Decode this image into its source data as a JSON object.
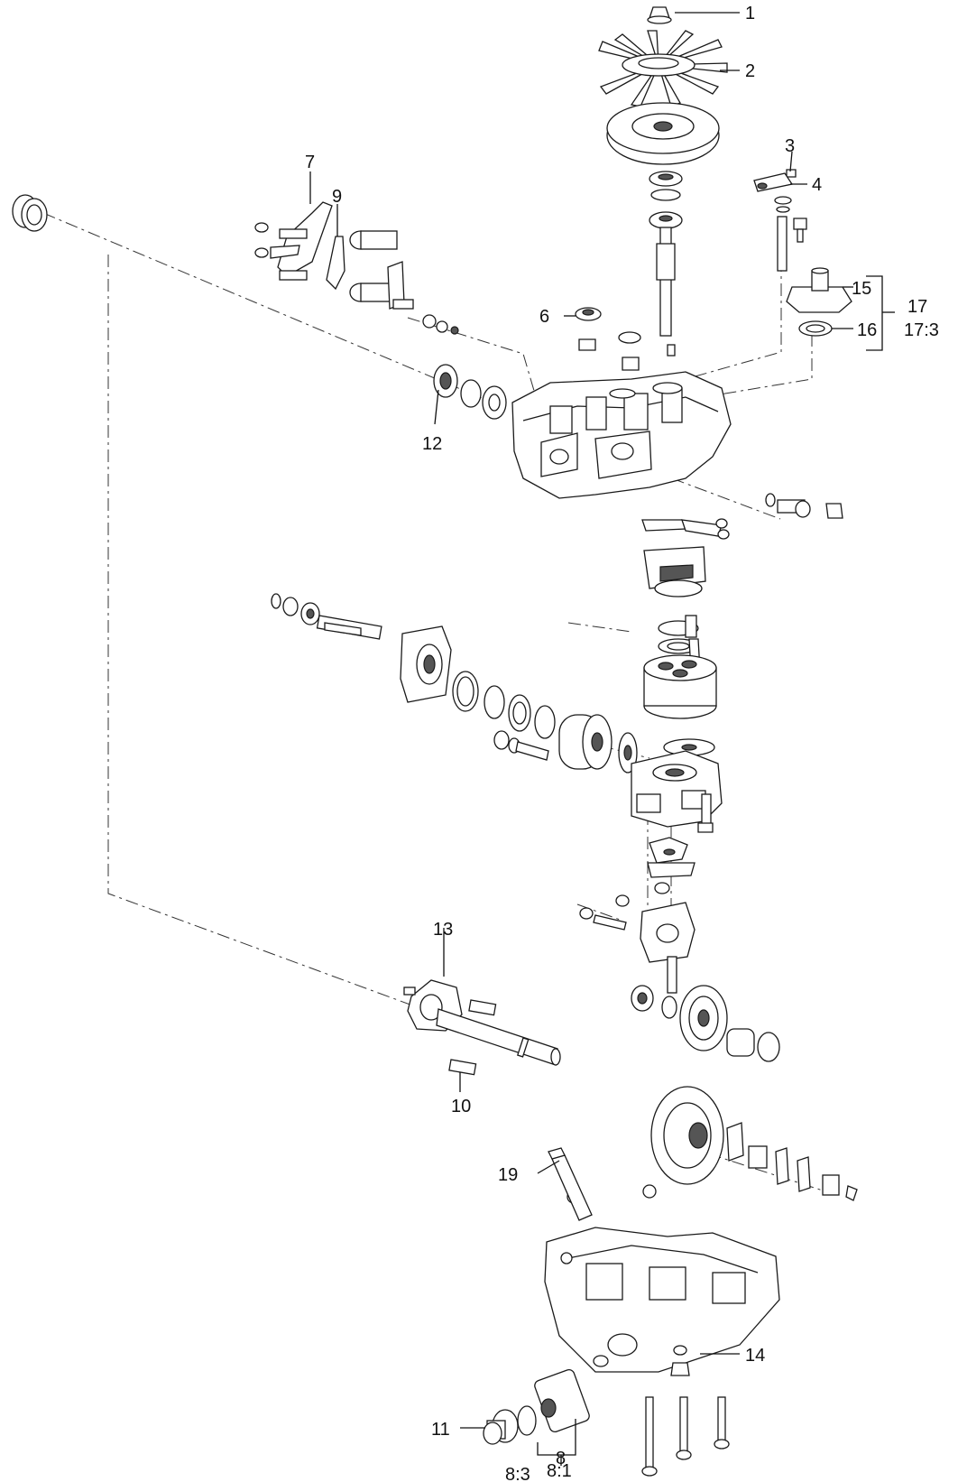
{
  "callouts": {
    "c1": "1",
    "c2": "2",
    "c3": "3",
    "c4": "4",
    "c6": "6",
    "c7": "7",
    "c8": "8",
    "c8_1": "8:1",
    "c8_3": "8:3",
    "c9": "9",
    "c10": "10",
    "c11": "11",
    "c12": "12",
    "c13": "13",
    "c14": "14",
    "c15": "15",
    "c16": "16",
    "c17": "17",
    "c17_3": "17:3",
    "c19": "19"
  }
}
